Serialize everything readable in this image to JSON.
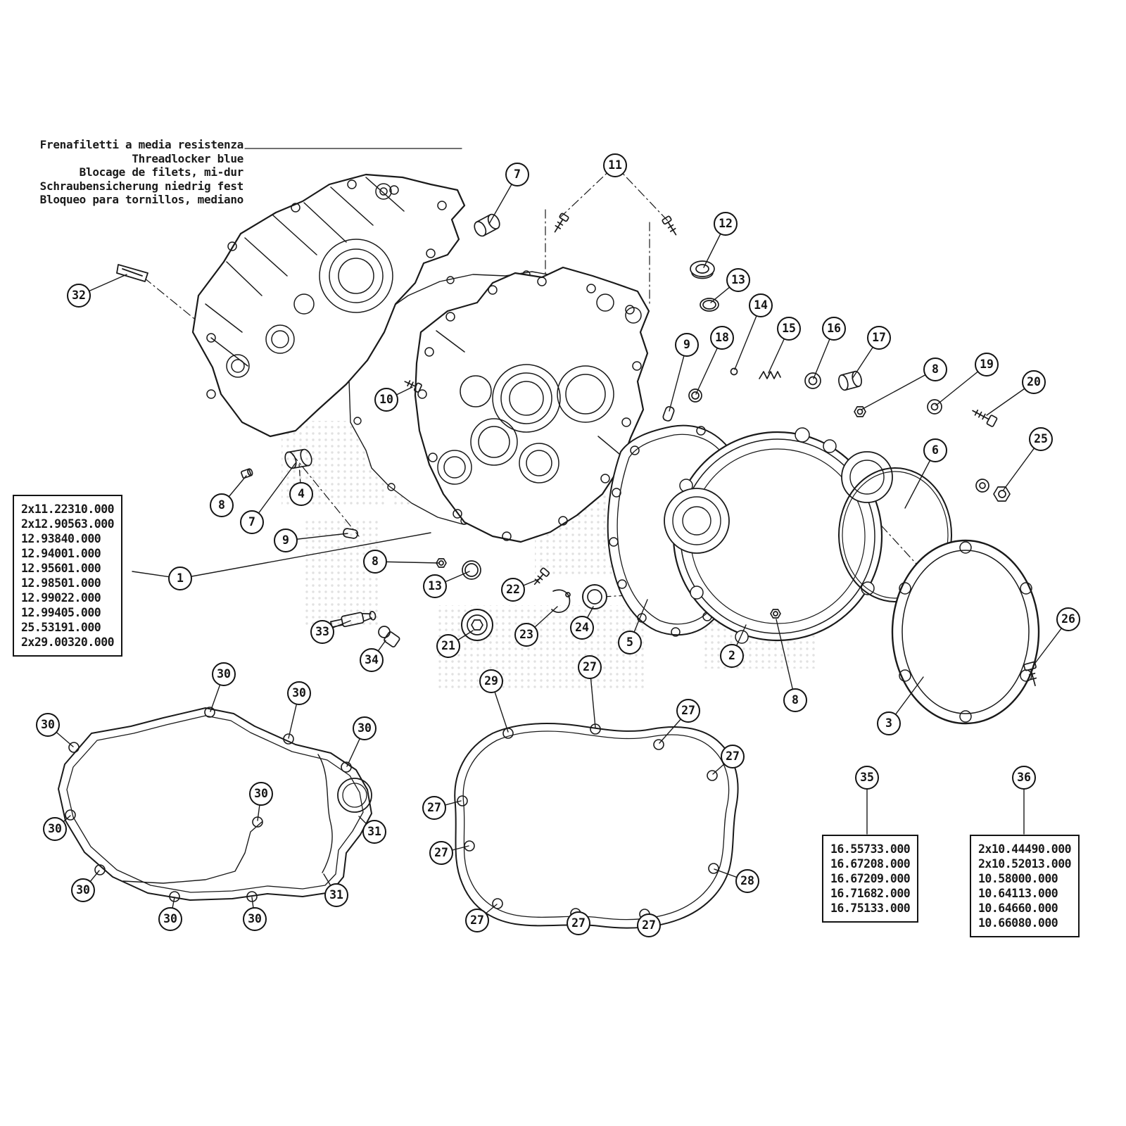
{
  "note": {
    "lines": [
      "Frenafiletti a media resistenza",
      "Threadlocker blue",
      "Blocage de filets, mi-dur",
      "Schraubensicherung niedrig fest",
      "Bloqueo para tornillos, mediano"
    ]
  },
  "part_box_1": {
    "lines": [
      "2x11.22310.000",
      "2x12.90563.000",
      "12.93840.000",
      "12.94001.000",
      "12.95601.000",
      "12.98501.000",
      "12.99022.000",
      "12.99405.000",
      "25.53191.000",
      "2x29.00320.000"
    ]
  },
  "part_box_35": {
    "lines": [
      "16.55733.000",
      "16.67208.000",
      "16.67209.000",
      "16.71682.000",
      "16.75133.000"
    ]
  },
  "part_box_36": {
    "lines": [
      "2x10.44490.000",
      "2x10.52013.000",
      "10.58000.000",
      "10.64113.000",
      "10.64660.000",
      "10.66080.000"
    ]
  },
  "callouts": [
    "7",
    "11",
    "12",
    "13",
    "14",
    "15",
    "16",
    "17",
    "8",
    "19",
    "20",
    "25",
    "6",
    "32",
    "10",
    "9",
    "18",
    "8",
    "7",
    "4",
    "9",
    "1",
    "8",
    "13",
    "22",
    "21",
    "23",
    "24",
    "5",
    "2",
    "8",
    "3",
    "26",
    "33",
    "34",
    "29",
    "27",
    "27",
    "27",
    "27",
    "27",
    "27",
    "27",
    "27",
    "28",
    "30",
    "30",
    "30",
    "30",
    "30",
    "30",
    "30",
    "30",
    "30",
    "31",
    "31",
    "35",
    "36"
  ],
  "colors": {
    "ink": "#1a1a1a",
    "background": "#ffffff",
    "watermark_dot": "#c9c9c9"
  }
}
